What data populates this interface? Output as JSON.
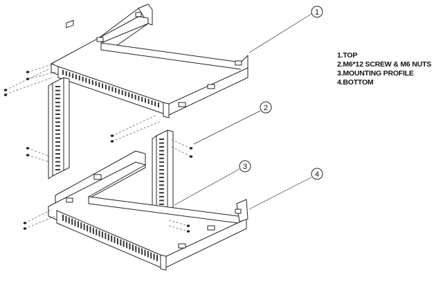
{
  "callouts": [
    {
      "number": "1"
    },
    {
      "number": "2"
    },
    {
      "number": "3"
    },
    {
      "number": "4"
    }
  ],
  "legend": [
    "1.TOP",
    "2.M6*12 SCREW & M6 NUTS",
    "3.MOUNTING PROFILE",
    "4.BOTTOM"
  ]
}
